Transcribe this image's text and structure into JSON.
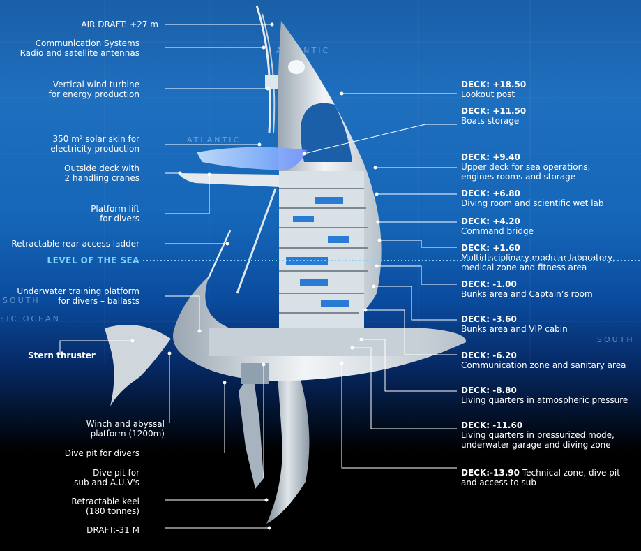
{
  "left_labels": [
    {
      "id": "air-draft",
      "lines": [
        "AIR DRAFT: +27 m"
      ]
    },
    {
      "id": "communication-systems",
      "lines": [
        "Communication Systems",
        "Radio and satellite antennas"
      ]
    },
    {
      "id": "wind-turbine",
      "lines": [
        "Vertical wind turbine",
        "for energy production"
      ]
    },
    {
      "id": "solar-skin",
      "lines": [
        "350 m² solar skin for",
        "electricity production"
      ]
    },
    {
      "id": "outside-deck",
      "lines": [
        "Outside deck with",
        "2 handling cranes"
      ]
    },
    {
      "id": "platform-lift",
      "lines": [
        "Platform lift",
        "for divers"
      ]
    },
    {
      "id": "rear-ladder",
      "lines": [
        "Retractable rear access ladder"
      ]
    },
    {
      "id": "sea-level",
      "lines": [
        "LEVEL OF THE SEA"
      ]
    },
    {
      "id": "training-platform",
      "lines": [
        "Underwater training platform",
        "for divers – ballasts"
      ]
    },
    {
      "id": "stern-thruster",
      "lines": [
        "Stern thruster"
      ]
    },
    {
      "id": "winch",
      "lines": [
        "Winch and abyssal",
        "platform (1200m)"
      ]
    },
    {
      "id": "dive-pit-divers",
      "lines": [
        "Dive pit for divers"
      ]
    },
    {
      "id": "dive-pit-sub",
      "lines": [
        "Dive pit for",
        "sub and A.U.V's"
      ]
    },
    {
      "id": "keel",
      "lines": [
        "Retractable keel",
        "(180 tonnes)"
      ]
    },
    {
      "id": "draft",
      "lines": [
        "DRAFT:-31 M"
      ]
    }
  ],
  "decks": [
    {
      "id": "deck-18-50",
      "title": "DECK: +18.50",
      "desc": [
        "Lookout post"
      ]
    },
    {
      "id": "deck-11-50",
      "title": "DECK: +11.50",
      "desc": [
        "Boats storage"
      ]
    },
    {
      "id": "deck-9-40",
      "title": "DECK: +9.40",
      "desc": [
        "Upper deck for sea operations,",
        "engines rooms and storage"
      ]
    },
    {
      "id": "deck-6-80",
      "title": "DECK: +6.80",
      "desc": [
        "Diving room and scientific wet lab"
      ]
    },
    {
      "id": "deck-4-20",
      "title": "DECK: +4.20",
      "desc": [
        "Command bridge"
      ]
    },
    {
      "id": "deck-1-60",
      "title": "DECK: +1.60",
      "desc": [
        "Multidisciplinary modular laboratory,",
        "medical zone and fitness area"
      ]
    },
    {
      "id": "deck-minus-1-00",
      "title": "DECK: -1.00",
      "desc": [
        "Bunks area and Captain’s room"
      ]
    },
    {
      "id": "deck-minus-3-60",
      "title": "DECK: -3.60",
      "desc": [
        "Bunks area and VIP cabin"
      ]
    },
    {
      "id": "deck-minus-6-20",
      "title": "DECK: -6.20",
      "desc": [
        "Communication zone and sanitary area"
      ]
    },
    {
      "id": "deck-minus-8-80",
      "title": "DECK: -8.80",
      "desc": [
        "Living quarters in atmospheric pressure"
      ]
    },
    {
      "id": "deck-minus-11-60",
      "title": "DECK: -11.60",
      "desc": [
        "Living quarters in pressurized mode,",
        "underwater garage and diving zone"
      ]
    },
    {
      "id": "deck-minus-13-90",
      "title": "DECK:-13.90",
      "inline": " Technical zone, dive pit",
      "desc": [
        "and access to sub"
      ]
    }
  ],
  "map_text": {
    "atlantic_top": "ATLANTIC",
    "atlantic_mid": "ATLANTIC",
    "south_left": "SOUTH",
    "ocean_left": "FIC OCEAN",
    "south_right": "SOUTH"
  },
  "colors": {
    "sea_level": "#7fd4ff",
    "hull": "#e8ecef",
    "leader": "#ffffff"
  }
}
